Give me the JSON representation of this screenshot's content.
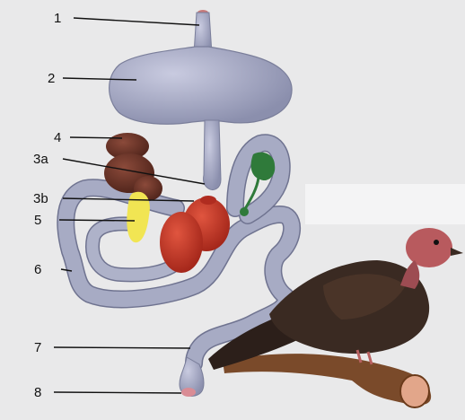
{
  "diagram": {
    "labels": [
      "1",
      "2",
      "3a",
      "3b",
      "4",
      "5",
      "6",
      "7",
      "8"
    ]
  },
  "colors": {
    "background": "#e9e9ea",
    "tract": "#9fa3bb",
    "tract_outline": "#6f7390",
    "liver": "#6a3426",
    "gallbladder": "#f1e553",
    "gizzard": "#c23226",
    "pancreas": "#2f7a3a",
    "pigeon_body": "#3a2a22",
    "pigeon_head": "#b85a5e",
    "branch": "#7a4a2a"
  }
}
